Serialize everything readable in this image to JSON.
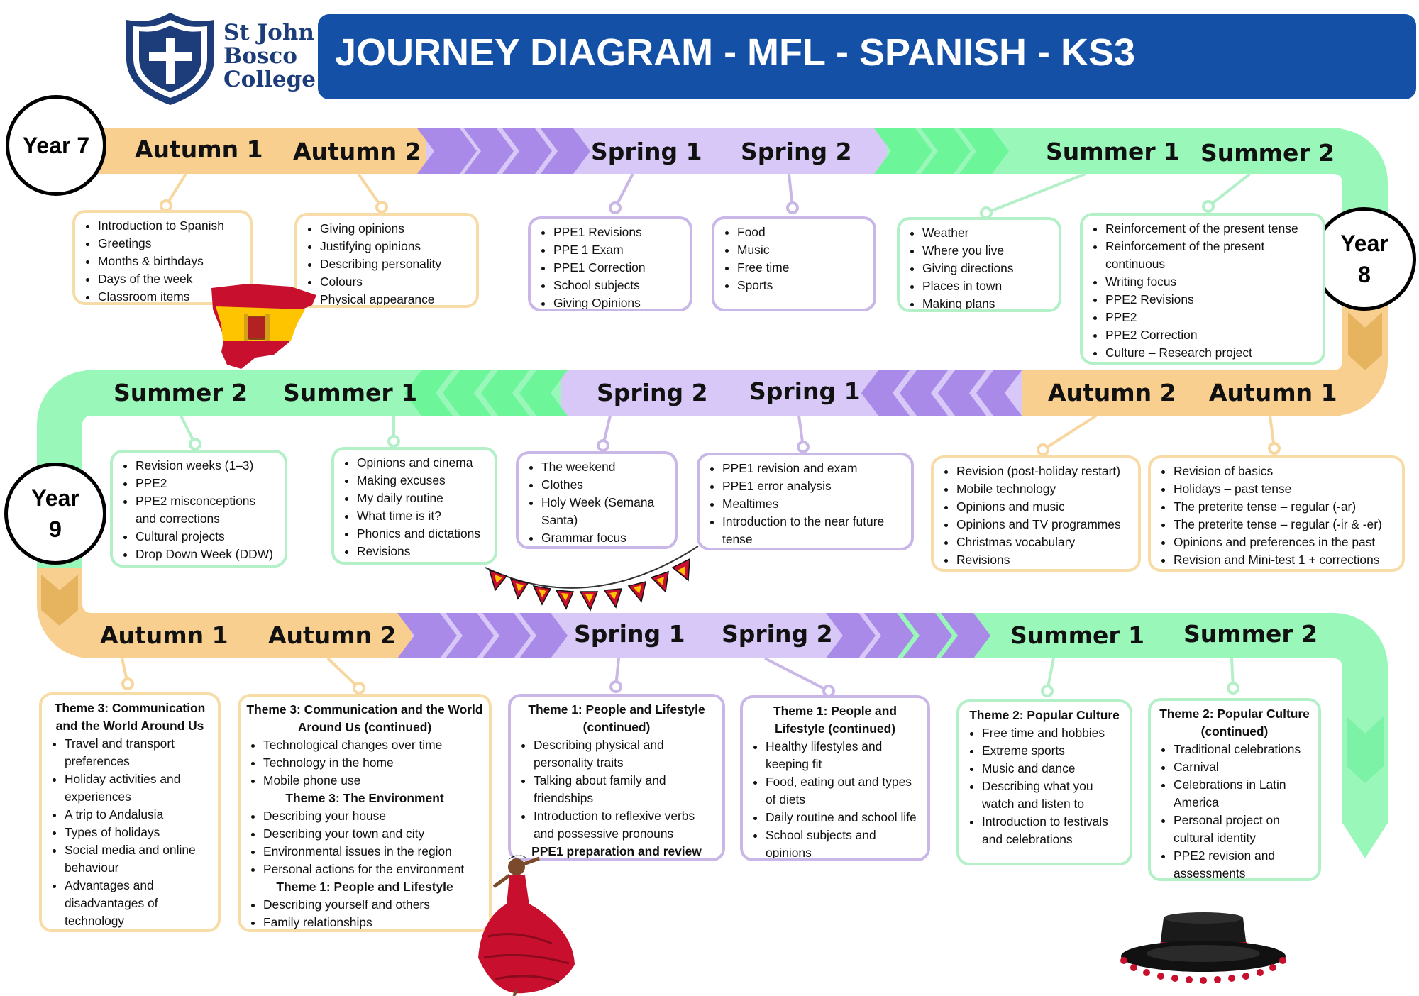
{
  "header": {
    "school_name": "St John\nBosco\nCollege",
    "title": "JOURNEY DIAGRAM - MFL - SPANISH - KS3"
  },
  "colors": {
    "autumn": "#f8cf8f",
    "spring": "#d7c8f7",
    "spring_chevron": "#a98ae8",
    "summer": "#9af7ba",
    "summer_chevron": "#6df59a",
    "banner": "#1450a6"
  },
  "icons": [
    "shield-logo-icon",
    "spain-map-icon",
    "bunting-icon",
    "flamenco-dancer-icon",
    "cordobes-hat-icon"
  ],
  "years": {
    "y7": {
      "label": "Year 7"
    },
    "y8": {
      "line1": "Year",
      "line2": "8"
    },
    "y9": {
      "line1": "Year",
      "line2": "9"
    }
  },
  "row1": {
    "terms": [
      "Autumn 1",
      "Autumn 2",
      "Spring 1",
      "Spring 2",
      "Summer 1",
      "Summer 2"
    ],
    "boxes": [
      {
        "items": [
          "Introduction to Spanish",
          "Greetings",
          "Months & birthdays",
          "Days of the week",
          "Classroom items"
        ]
      },
      {
        "items": [
          "Giving opinions",
          "Justifying opinions",
          "Describing personality",
          "Colours",
          "Physical appearance"
        ]
      },
      {
        "items": [
          "PPE1 Revisions",
          "PPE 1 Exam",
          "PPE1 Correction",
          "School subjects",
          "Giving Opinions"
        ]
      },
      {
        "items": [
          "Food",
          "Music",
          "Free time",
          "Sports"
        ]
      },
      {
        "items": [
          "Weather",
          "Where you live",
          "Giving directions",
          "Places in town",
          "Making plans"
        ]
      },
      {
        "items": [
          "Reinforcement of the present tense",
          "Reinforcement of the present continuous",
          "Writing focus",
          "PPE2 Revisions",
          "PPE2",
          "PPE2 Correction",
          "Culture – Research project"
        ]
      }
    ]
  },
  "row2": {
    "terms": [
      "Summer 2",
      "Summer 1",
      "Spring 2",
      "Spring 1",
      "Autumn 2",
      "Autumn 1"
    ],
    "boxes": [
      {
        "items": [
          "Revision weeks (1–3)",
          "PPE2",
          "PPE2 misconceptions and corrections",
          "Cultural projects",
          "Drop Down Week (DDW)"
        ]
      },
      {
        "items": [
          "Opinions and cinema",
          "Making excuses",
          "My daily routine",
          "What time is it?",
          "Phonics and dictations",
          "Revisions"
        ]
      },
      {
        "items": [
          "The weekend",
          "Clothes",
          "Holy Week (Semana Santa)",
          "Grammar focus"
        ]
      },
      {
        "items": [
          "PPE1 revision and exam",
          "PPE1 error analysis",
          "Mealtimes",
          "Introduction to the near future tense"
        ]
      },
      {
        "items": [
          "Revision (post-holiday restart)",
          "Mobile technology",
          "Opinions and music",
          "Opinions and TV programmes",
          "Christmas vocabulary",
          "Revisions"
        ]
      },
      {
        "items": [
          "Revision of basics",
          "Holidays – past tense",
          "The preterite tense – regular (-ar)",
          "The preterite tense – regular (-ir & -er)",
          "Opinions and preferences in the past",
          "Revision and Mini-test 1 + corrections"
        ]
      }
    ]
  },
  "row3": {
    "terms": [
      "Autumn 1",
      "Autumn 2",
      "Spring 1",
      "Spring 2",
      "Summer 1",
      "Summer 2"
    ],
    "boxes": [
      {
        "heading": "Theme 3: Communication and the World Around Us",
        "items": [
          "Travel and transport preferences",
          "Holiday activities and experiences",
          "A trip to Andalusia",
          "Types of holidays",
          "Social media and online behaviour",
          "Advantages and disadvantages of technology"
        ]
      },
      {
        "heading": "Theme 3: Communication and the World Around Us (continued)",
        "items": [
          "Technological changes over time",
          "Technology in the home",
          "Mobile phone use"
        ],
        "heading2": "Theme 3: The Environment",
        "items2": [
          "Describing your house",
          "Describing your town and city",
          "Environmental issues in the region",
          "Personal actions for the environment"
        ],
        "heading3": "Theme 1: People and Lifestyle",
        "items3": [
          "Describing yourself and others",
          "Family relationships"
        ]
      },
      {
        "heading": "Theme 1: People and Lifestyle (continued)",
        "items": [
          "Describing physical and personality traits",
          "Talking about family and friendships",
          "Introduction to reflexive verbs and possessive pronouns"
        ],
        "footer": "PPE1 preparation and review"
      },
      {
        "heading": "Theme 1: People and Lifestyle (continued)",
        "items": [
          "Healthy lifestyles and keeping fit",
          "Food, eating out and types of diets",
          "Daily routine and school life",
          "School subjects and opinions"
        ]
      },
      {
        "heading": "Theme 2: Popular Culture",
        "items": [
          "Free time and hobbies",
          "Extreme sports",
          "Music and dance",
          "Describing what you watch and listen to",
          "Introduction to festivals and celebrations"
        ]
      },
      {
        "heading": "Theme 2: Popular Culture (continued)",
        "items": [
          "Traditional celebrations",
          "Carnival",
          "Celebrations in Latin America",
          "Personal project on cultural identity",
          "PPE2 revision and assessments"
        ]
      }
    ]
  }
}
